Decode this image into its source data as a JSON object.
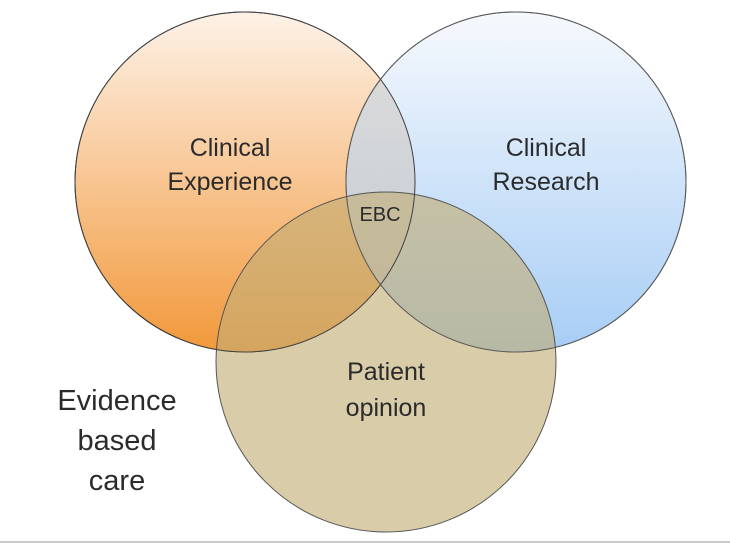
{
  "diagram": {
    "circles": [
      {
        "id": "experience",
        "lines": [
          "Clinical",
          "Experience"
        ],
        "fill_top": "#fdf1e6",
        "fill_bottom": "#f29a3e"
      },
      {
        "id": "research",
        "lines": [
          "Clinical",
          "Research"
        ],
        "fill_top": "#f4f8fd",
        "fill_bottom": "#a9cff6"
      },
      {
        "id": "patient",
        "lines": [
          "Patient",
          "opinion"
        ],
        "fill": "#c6b27a"
      }
    ],
    "center_label": "EBC",
    "side_caption": [
      "Evidence",
      "based",
      "care"
    ],
    "stroke_color": "#4a4a4a"
  }
}
